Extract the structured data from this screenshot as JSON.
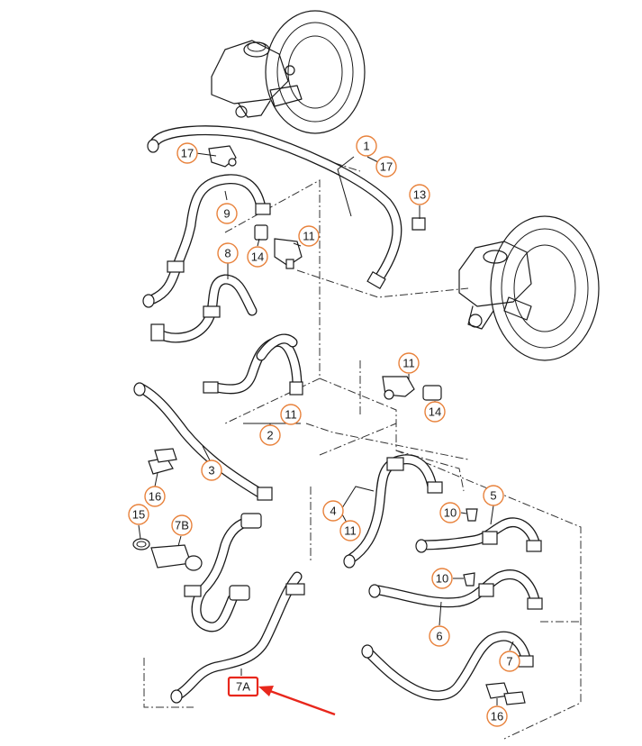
{
  "callouts": [
    {
      "id": "c1",
      "label": "1"
    },
    {
      "id": "c17a",
      "label": "17"
    },
    {
      "id": "c17b",
      "label": "17"
    },
    {
      "id": "c13",
      "label": "13"
    },
    {
      "id": "c9",
      "label": "9"
    },
    {
      "id": "c11a",
      "label": "11"
    },
    {
      "id": "c14a",
      "label": "14"
    },
    {
      "id": "c8",
      "label": "8"
    },
    {
      "id": "c11b",
      "label": "11"
    },
    {
      "id": "c14b",
      "label": "14"
    },
    {
      "id": "c11c",
      "label": "11"
    },
    {
      "id": "c2",
      "label": "2"
    },
    {
      "id": "c3",
      "label": "3"
    },
    {
      "id": "c16a",
      "label": "16"
    },
    {
      "id": "c4",
      "label": "4"
    },
    {
      "id": "c11d",
      "label": "11"
    },
    {
      "id": "c5",
      "label": "5"
    },
    {
      "id": "c10a",
      "label": "10"
    },
    {
      "id": "c15",
      "label": "15"
    },
    {
      "id": "c7b",
      "label": "7B"
    },
    {
      "id": "c10b",
      "label": "10"
    },
    {
      "id": "c6",
      "label": "6"
    },
    {
      "id": "c7",
      "label": "7"
    },
    {
      "id": "c16b",
      "label": "16"
    }
  ],
  "highlight": {
    "label": "7A",
    "color": "#e8271c"
  },
  "colors": {
    "callout_ring": "#e8823c",
    "line": "#1a1a1a",
    "arrow": "#e8271c"
  }
}
